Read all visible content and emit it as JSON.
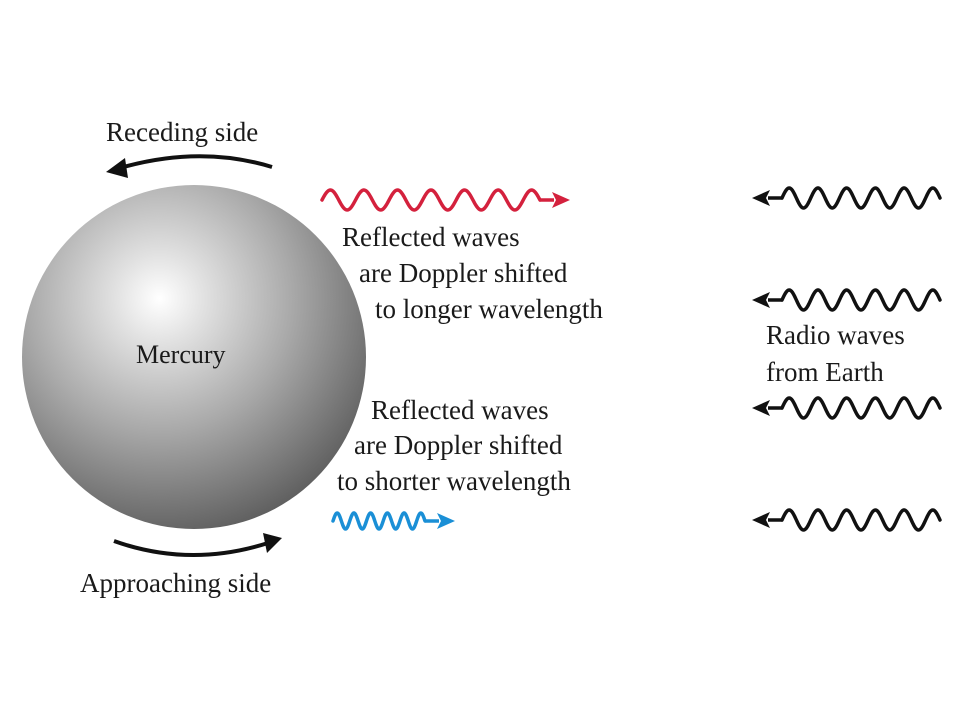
{
  "labels": {
    "receding_side": "Receding side",
    "approaching_side": "Approaching side",
    "planet": "Mercury",
    "reflected_long": {
      "line1": "Reflected waves",
      "line2": "are Doppler shifted",
      "line3": "to longer wavelength"
    },
    "reflected_short": {
      "line1": "Reflected waves",
      "line2": "are Doppler shifted",
      "line3": "to shorter wavelength"
    },
    "radio_waves": {
      "line1": "Radio waves",
      "line2": "from Earth"
    }
  },
  "colors": {
    "longer_wave": "#d4213d",
    "shorter_wave": "#1a8fd6",
    "earth_wave": "#111111",
    "planet_highlight": "#ffffff",
    "planet_mid": "#a8a8a8",
    "planet_edge": "#5e5e5e"
  }
}
